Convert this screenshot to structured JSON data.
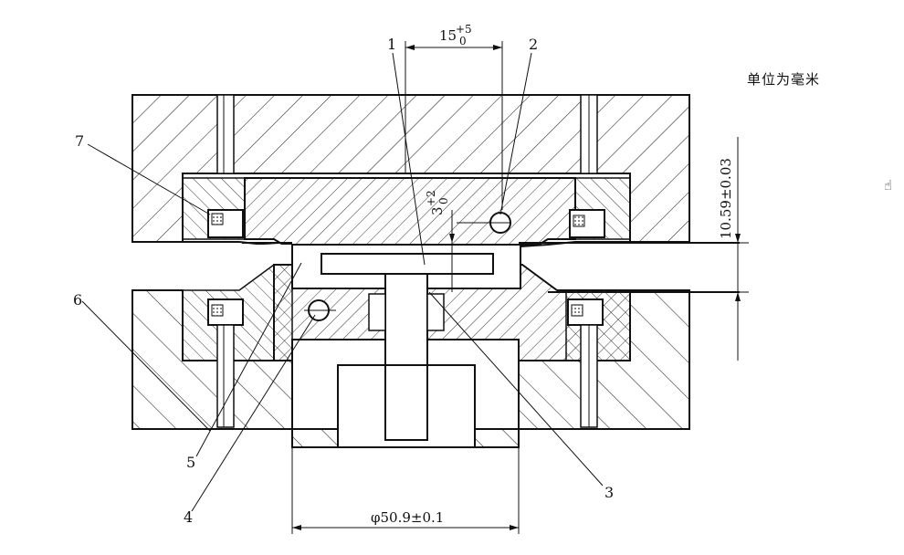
{
  "unit_note": "单位为毫米",
  "dimensions": {
    "top_gap_base": "15",
    "top_gap_upper": "+5",
    "top_gap_lower": "0",
    "depth_base": "3",
    "depth_upper": "+2",
    "depth_lower": "0",
    "height": "10.59±0.03",
    "diameter": "φ50.9±0.1"
  },
  "part_labels": [
    "1",
    "2",
    "3",
    "4",
    "5",
    "6",
    "7"
  ],
  "cursor_icon": "hand-cursor-icon",
  "colors": {
    "ink": "#111111",
    "paper": "#ffffff"
  }
}
